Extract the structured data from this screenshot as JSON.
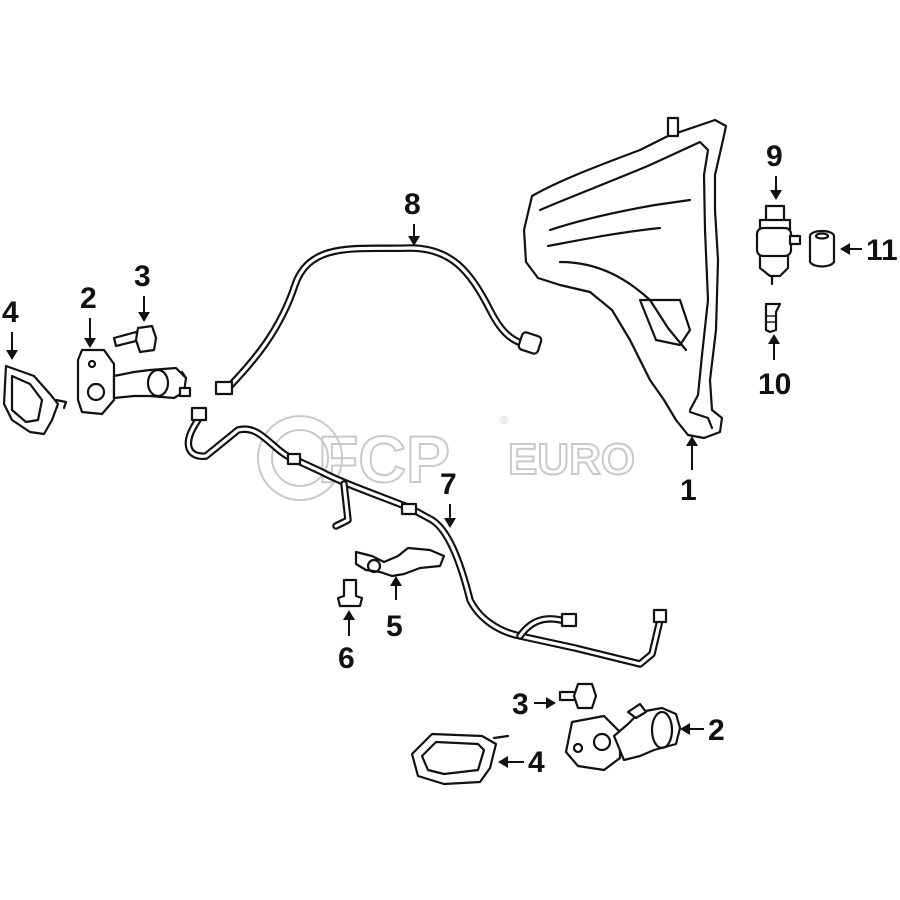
{
  "diagram": {
    "watermark": {
      "brand": "FCP",
      "suffix": "EURO",
      "registered_mark": "®"
    },
    "callouts": [
      {
        "id": "c1",
        "number": "1",
        "part": "washer-reservoir"
      },
      {
        "id": "c2a",
        "number": "2",
        "part": "headlamp-washer-nozzle-left"
      },
      {
        "id": "c2b",
        "number": "2",
        "part": "headlamp-washer-nozzle-right"
      },
      {
        "id": "c3a",
        "number": "3",
        "part": "bolt-left"
      },
      {
        "id": "c3b",
        "number": "3",
        "part": "bolt-right"
      },
      {
        "id": "c4a",
        "number": "4",
        "part": "nozzle-cover-left"
      },
      {
        "id": "c4b",
        "number": "4",
        "part": "nozzle-cover-right"
      },
      {
        "id": "c5",
        "number": "5",
        "part": "hose-connector"
      },
      {
        "id": "c6",
        "number": "6",
        "part": "clip"
      },
      {
        "id": "c7",
        "number": "7",
        "part": "lower-hose"
      },
      {
        "id": "c8",
        "number": "8",
        "part": "upper-hose"
      },
      {
        "id": "c9",
        "number": "9",
        "part": "washer-pump"
      },
      {
        "id": "c10",
        "number": "10",
        "part": "grommet"
      },
      {
        "id": "c11",
        "number": "11",
        "part": "seal"
      }
    ],
    "accent_color": "#111111",
    "watermark_color": "#c9c9c9"
  }
}
